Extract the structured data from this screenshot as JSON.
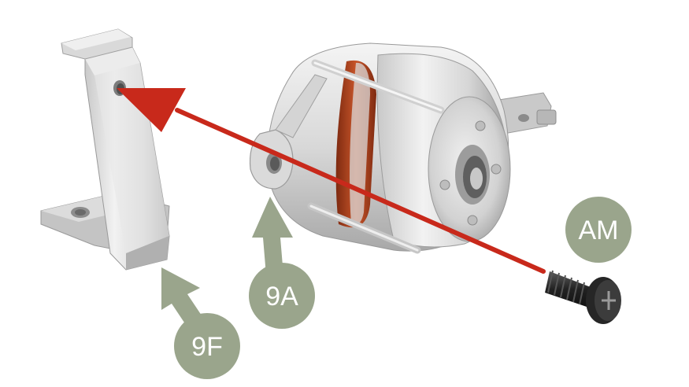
{
  "labels": {
    "bracket": "9F",
    "alternator": "9A",
    "screw": "AM"
  },
  "colors": {
    "arrow_red": "#c8291b",
    "callout_green": "#9aa58c",
    "metal_light": "#e4e4e4",
    "metal_mid": "#b9b9b9",
    "metal_dark": "#8a8a8a",
    "copper": "#b8431f",
    "screw_black": "#2a2a2a"
  },
  "icons": [
    "bracket-part",
    "alternator-part",
    "screw-part",
    "assembly-arrow"
  ]
}
